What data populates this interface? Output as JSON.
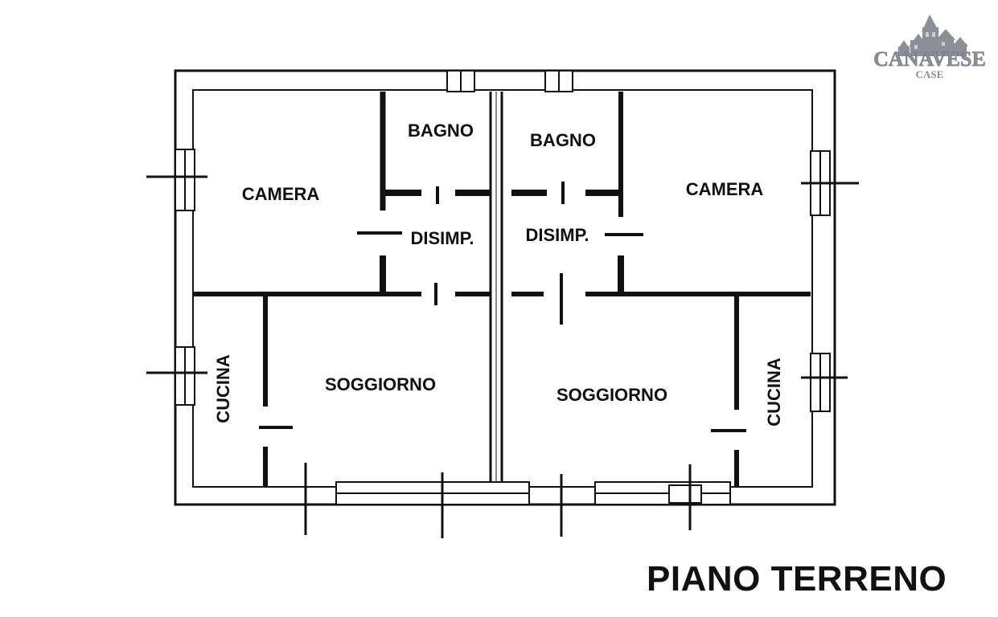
{
  "logo": {
    "brand": "CANAVESE",
    "sub": "CASE"
  },
  "rooms": {
    "left_camera": "CAMERA",
    "left_bagno": "BAGNO",
    "left_disimp": "DISIMP.",
    "left_cucina": "CUCINA",
    "left_soggiorno": "SOGGIORNO",
    "right_bagno": "BAGNO",
    "right_camera": "CAMERA",
    "right_disimp": "DISIMP.",
    "right_soggiorno": "SOGGIORNO",
    "right_cucina": "CUCINA"
  },
  "footer": {
    "title": "PIANO TERRENO"
  },
  "colors": {
    "ink": "#111111",
    "logo_gray": "#8a8f98",
    "logo_window": "#c9ccd2"
  }
}
